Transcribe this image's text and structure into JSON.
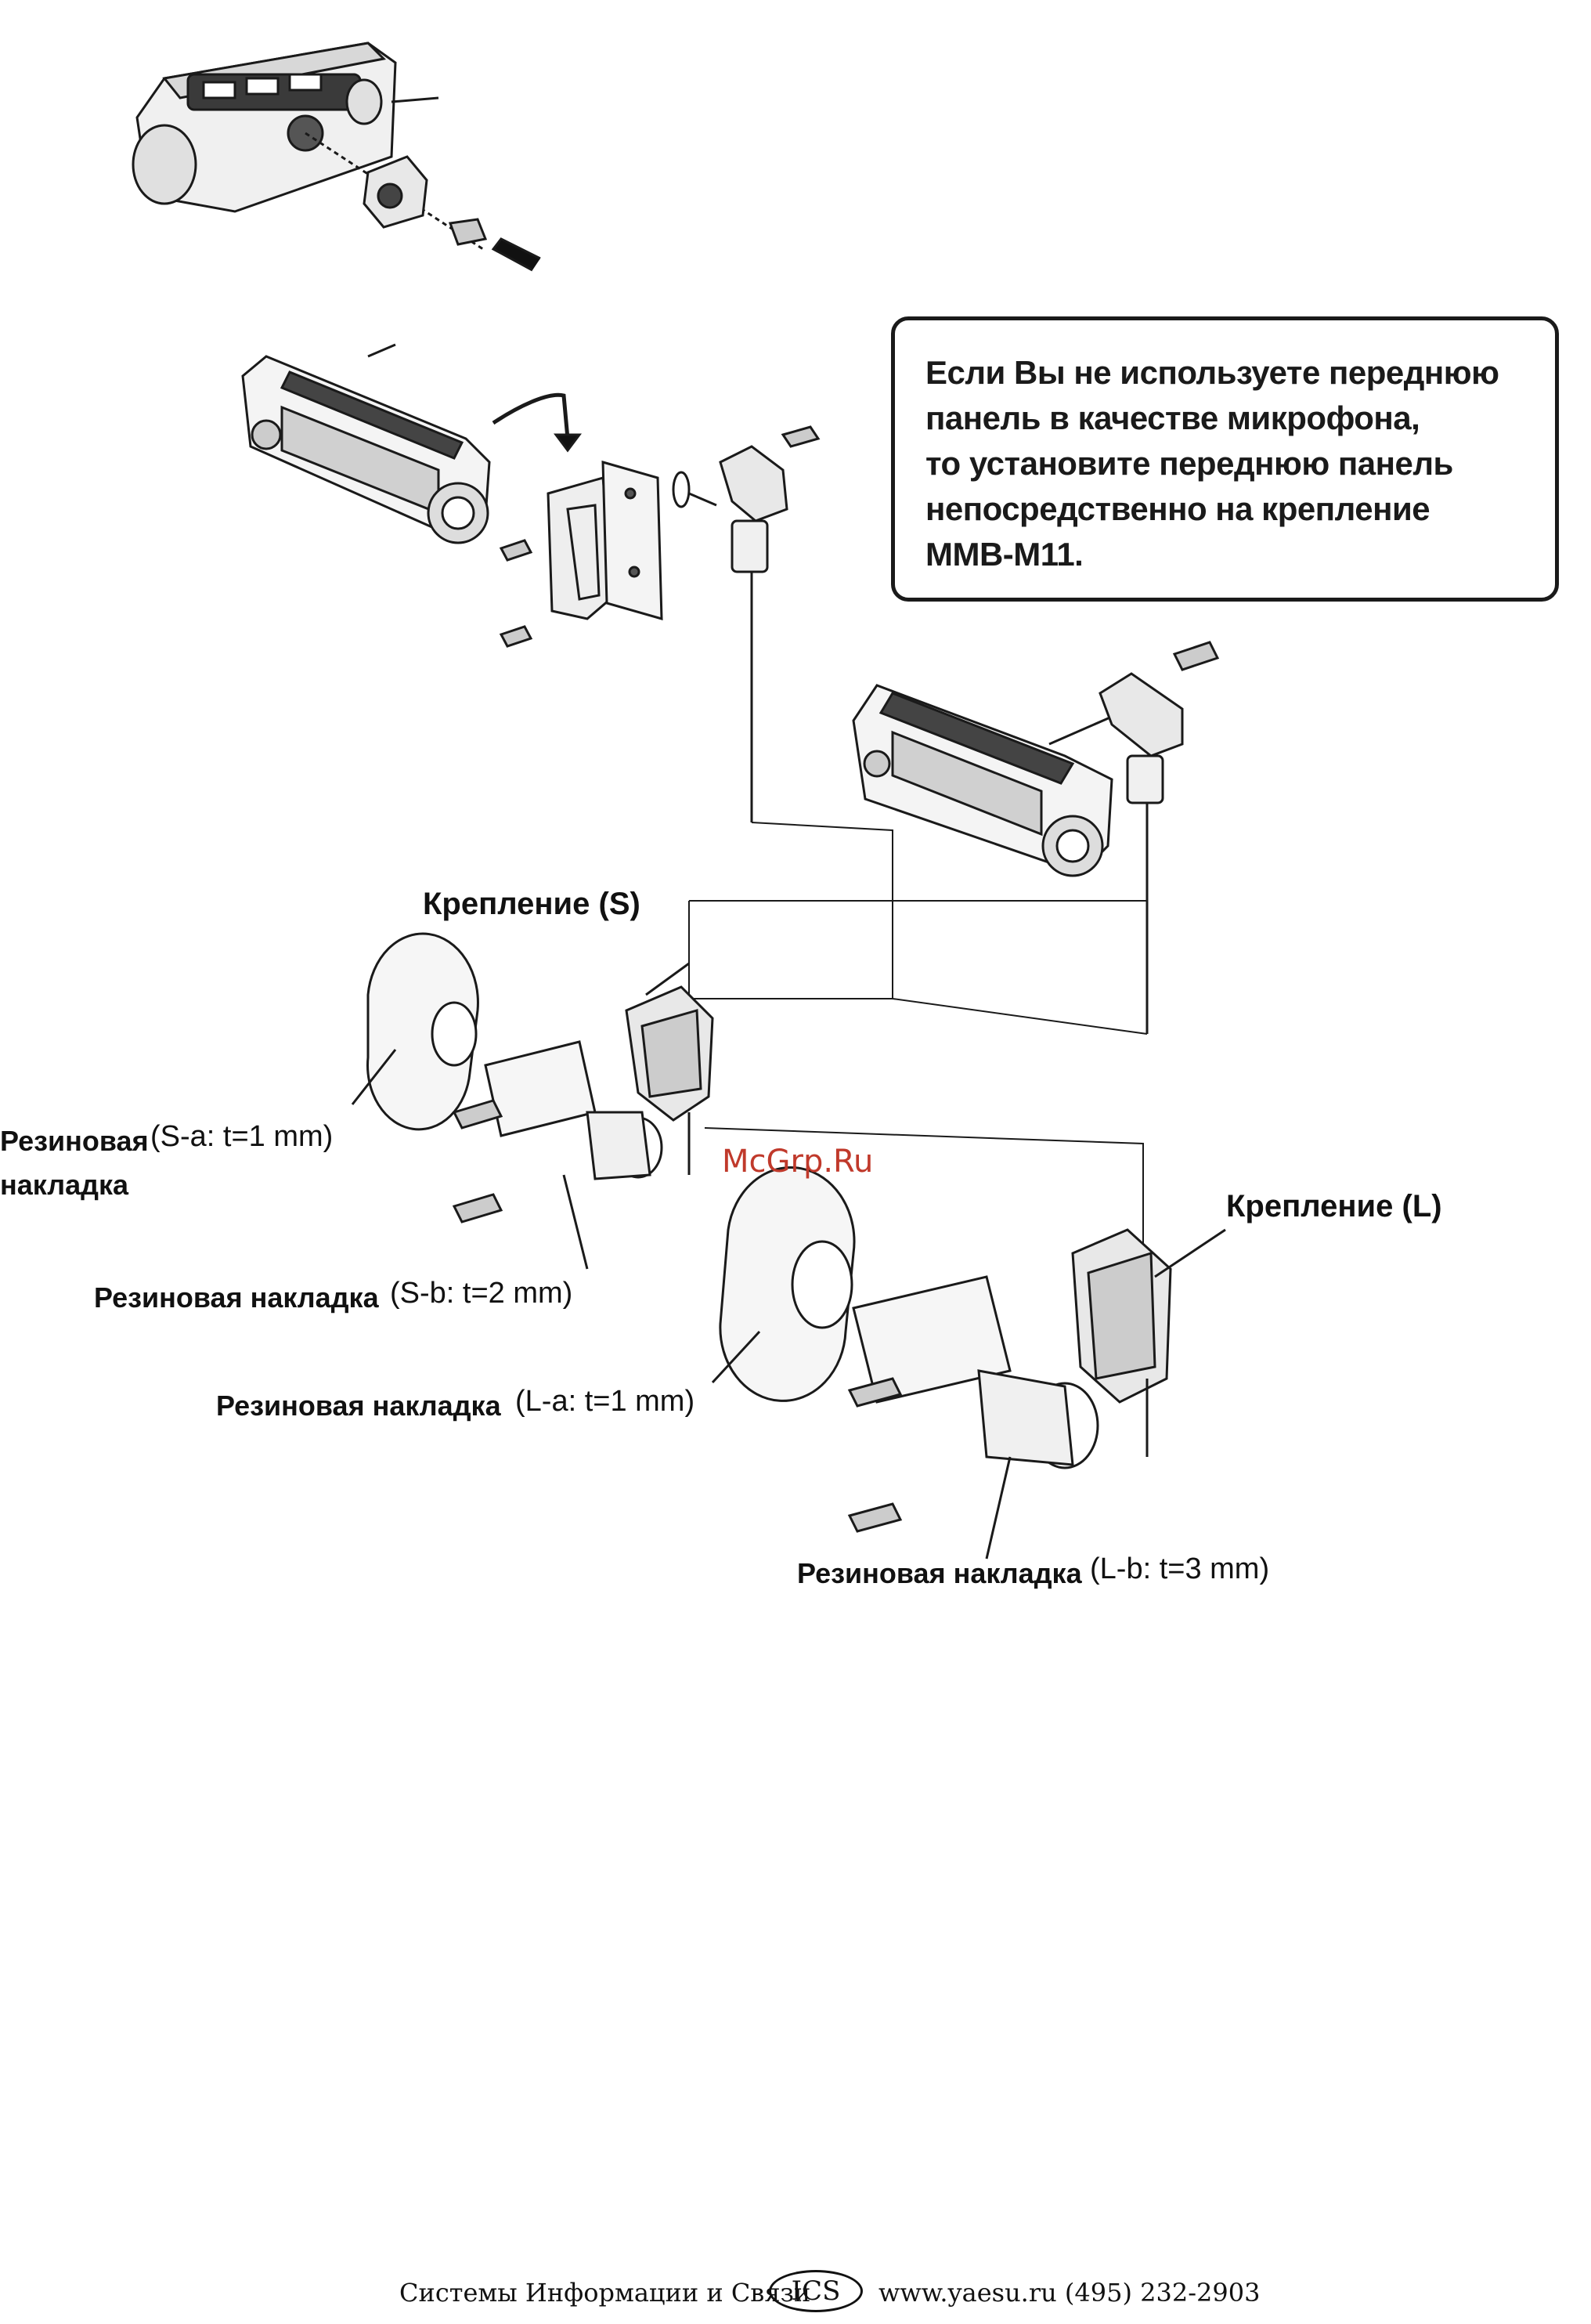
{
  "note": {
    "lines": [
      "Если Вы не используете переднюю",
      "панель в качестве микрофона,",
      "то установите переднюю панель",
      "непосредственно на крепление",
      "MMB-M11."
    ]
  },
  "labels": {
    "mount_s": "Крепление (S)",
    "mount_l": "Крепление (L)",
    "pad_sa_bold": "Резиновая",
    "pad_sa_bold2": "накладка",
    "pad_sa_spec": "(S-a: t=1 mm)",
    "pad_sb_bold": "Резиновая накладка",
    "pad_sb_spec": "(S-b: t=2 mm)",
    "pad_la_bold": "Резиновая накладка",
    "pad_la_spec": "(L-a: t=1 mm)",
    "pad_lb_bold": "Резиновая накладка",
    "pad_lb_spec": "(L-b: t=3 mm)"
  },
  "watermark": "McGrp.Ru",
  "footer": {
    "company": "Системы Информации и Связи",
    "logo": "ICS",
    "contact": "www.yaesu.ru  (495) 232-2903"
  },
  "colors": {
    "watermark": "#c0392b",
    "ink": "#1a1a1a"
  }
}
